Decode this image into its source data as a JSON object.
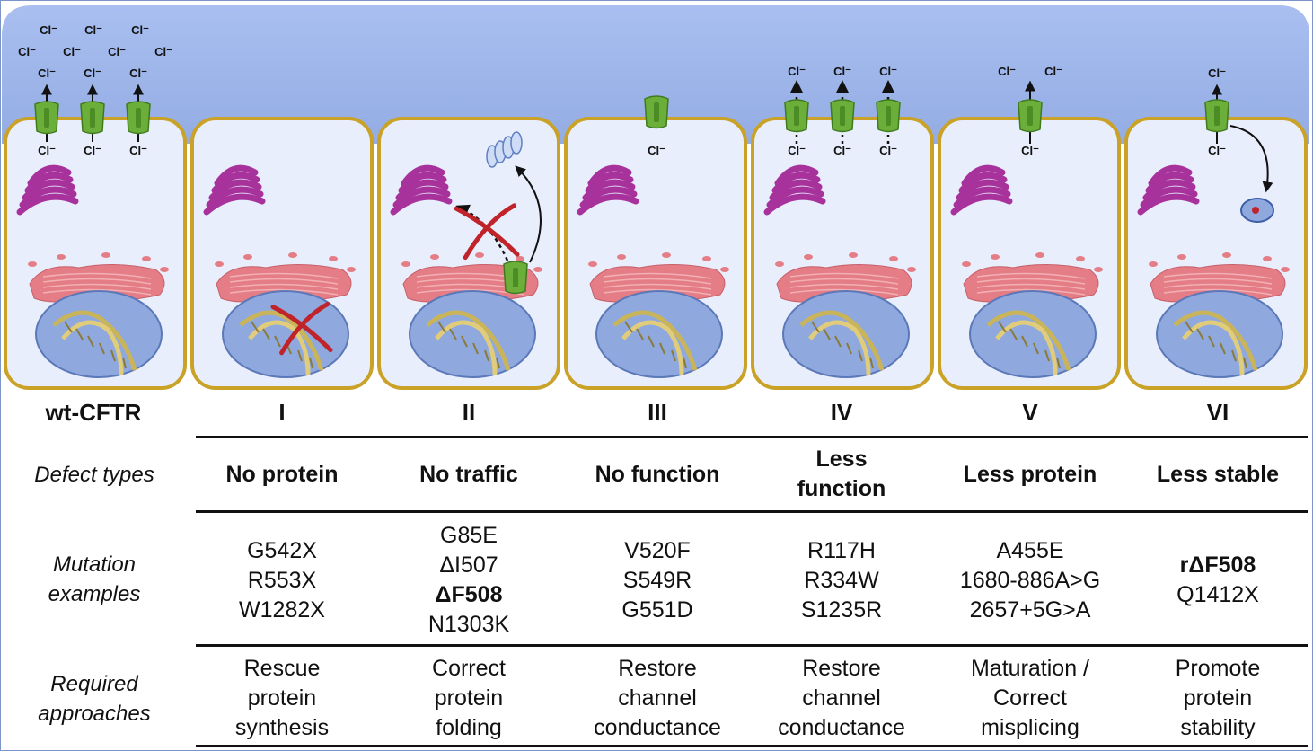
{
  "columns": [
    {
      "id": "wt",
      "label": "wt-CFTR"
    },
    {
      "id": "I",
      "label": "I"
    },
    {
      "id": "II",
      "label": "II"
    },
    {
      "id": "III",
      "label": "III"
    },
    {
      "id": "IV",
      "label": "IV"
    },
    {
      "id": "V",
      "label": "V"
    },
    {
      "id": "VI",
      "label": "VI"
    }
  ],
  "ion_label": "Cl⁻",
  "rows": {
    "defect_types": {
      "header": "Defect types",
      "cells": [
        [
          "No protein"
        ],
        [
          "No traffic"
        ],
        [
          "No function"
        ],
        [
          "Less",
          "function"
        ],
        [
          "Less protein"
        ],
        [
          "Less stable"
        ]
      ]
    },
    "mutation_examples": {
      "header": [
        "Mutation",
        "examples"
      ],
      "cells": [
        [
          {
            "t": "G542X"
          },
          {
            "t": "R553X"
          },
          {
            "t": "W1282X"
          }
        ],
        [
          {
            "t": "G85E"
          },
          {
            "t": "ΔI507"
          },
          {
            "t": "ΔF508",
            "bold": true
          },
          {
            "t": "N1303K"
          }
        ],
        [
          {
            "t": "V520F"
          },
          {
            "t": "S549R"
          },
          {
            "t": "G551D"
          }
        ],
        [
          {
            "t": "R117H"
          },
          {
            "t": "R334W"
          },
          {
            "t": "S1235R"
          }
        ],
        [
          {
            "t": "A455E"
          },
          {
            "t": "1680-886A>G"
          },
          {
            "t": "2657+5G>A"
          }
        ],
        [
          {
            "t": "rΔF508",
            "bold": true
          },
          {
            "t": "Q1412X"
          }
        ]
      ]
    },
    "required_approaches": {
      "header": [
        "Required",
        "approaches"
      ],
      "cells": [
        [
          "Rescue",
          "protein",
          "synthesis"
        ],
        [
          "Correct",
          "protein",
          "folding"
        ],
        [
          "Restore",
          "channel",
          "conductance"
        ],
        [
          "Restore",
          "channel",
          "conductance"
        ],
        [
          "Maturation /",
          "Correct",
          "misplicing"
        ],
        [
          "Promote",
          "protein",
          "stability"
        ]
      ]
    }
  },
  "colors": {
    "lumen": "#9db4e6",
    "cell_fill": "#e8eefb",
    "cell_border": "#c9a227",
    "channel": "#6cae3a",
    "golgi": "#a7329b",
    "er": "#e47d86",
    "nucleus": "#8fa9df",
    "dna": "#c9b45a",
    "cross": "#c0232a"
  }
}
